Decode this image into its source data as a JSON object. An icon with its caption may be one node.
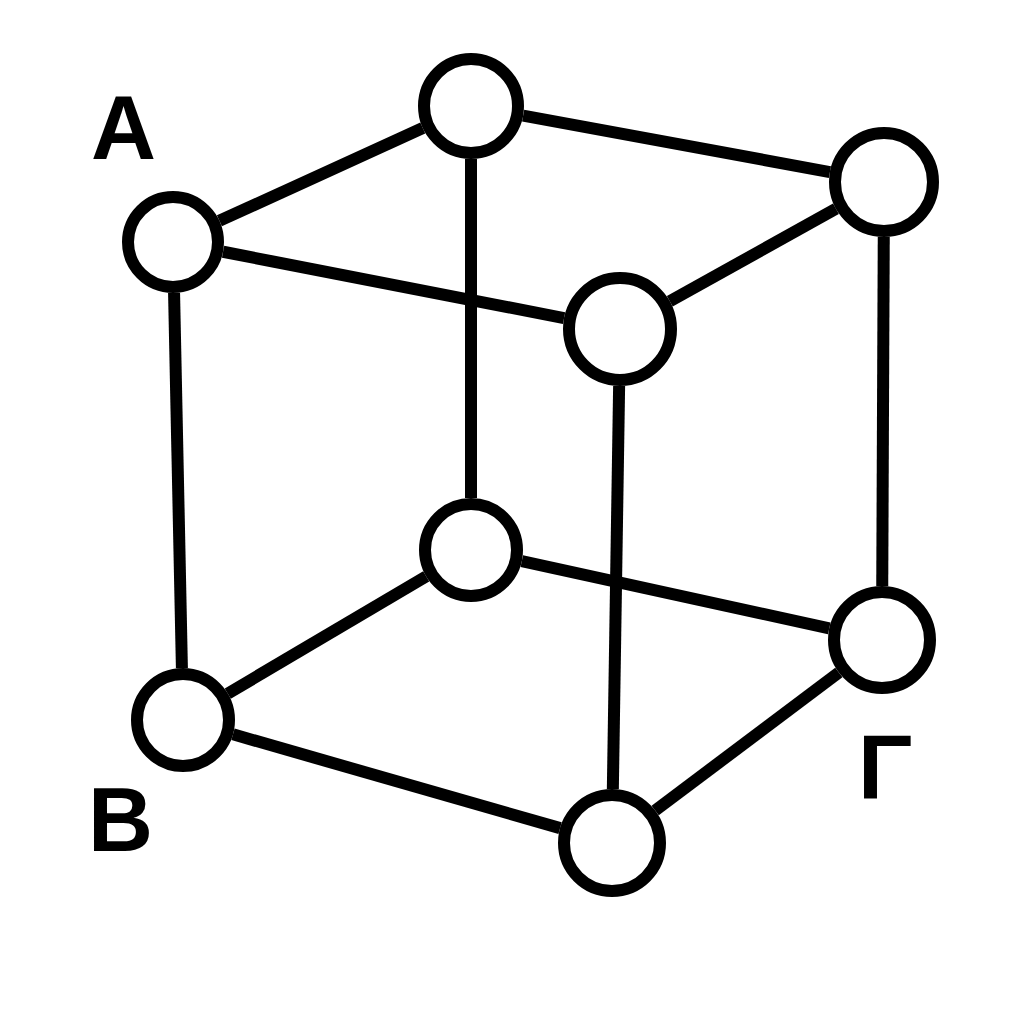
{
  "diagram": {
    "nodes": [
      {
        "text": [],
        "shape": "circle"
      },
      {
        "text": [],
        "shape": "circle"
      },
      {
        "text": [],
        "shape": "circle"
      },
      {
        "text": [],
        "shape": "circle"
      },
      {
        "text": [],
        "shape": "circle"
      },
      {
        "text": [],
        "shape": "circle"
      },
      {
        "text": [],
        "shape": "circle"
      },
      {
        "text": [],
        "shape": "circle"
      }
    ],
    "edges": [
      {
        "from": 2,
        "to": 0,
        "arrow": "none"
      },
      {
        "from": 0,
        "to": 1,
        "arrow": "none"
      },
      {
        "from": 2,
        "to": 3,
        "arrow": "none"
      },
      {
        "from": 3,
        "to": 1,
        "arrow": "none"
      },
      {
        "from": 0,
        "to": 4,
        "arrow": "none"
      },
      {
        "from": 1,
        "to": 5,
        "arrow": "none"
      },
      {
        "from": 2,
        "to": 6,
        "arrow": "none"
      },
      {
        "from": 3,
        "to": 7,
        "arrow": "none"
      },
      {
        "from": 6,
        "to": 4,
        "arrow": "none"
      },
      {
        "from": 4,
        "to": 5,
        "arrow": "none"
      },
      {
        "from": 6,
        "to": 7,
        "arrow": "none"
      },
      {
        "from": 7,
        "to": 5,
        "arrow": "none"
      }
    ],
    "labels": [
      "A",
      "B",
      "Γ"
    ]
  }
}
